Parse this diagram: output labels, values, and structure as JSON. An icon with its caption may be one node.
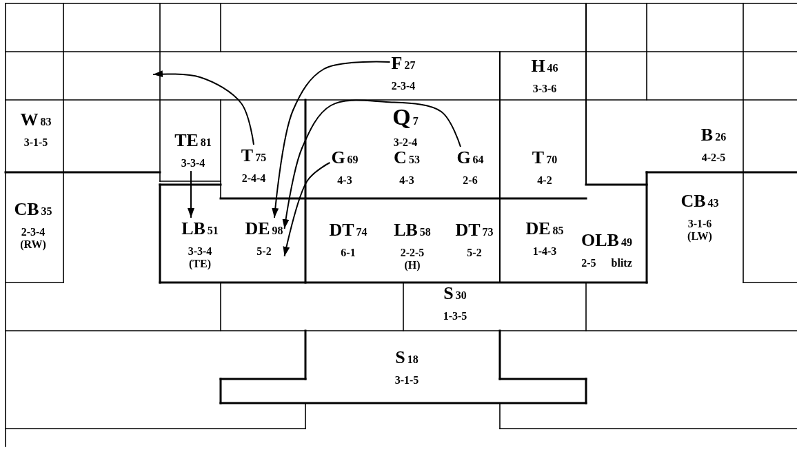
{
  "diagram": {
    "nodes": [
      {
        "text": [
          "F",
          "27",
          "2-3-4"
        ]
      },
      {
        "text": [
          "H",
          "46",
          "3-3-6"
        ]
      },
      {
        "text": [
          "W",
          "83",
          "3-1-5"
        ]
      },
      {
        "text": [
          "Q",
          "7",
          "3-2-4"
        ]
      },
      {
        "text": [
          "B",
          "26",
          "4-2-5"
        ]
      },
      {
        "text": [
          "TE",
          "81",
          "3-3-4"
        ]
      },
      {
        "text": [
          "T",
          "75",
          "2-4-4"
        ]
      },
      {
        "text": [
          "G",
          "69",
          "4-3"
        ]
      },
      {
        "text": [
          "C",
          "53",
          "4-3"
        ]
      },
      {
        "text": [
          "G",
          "64",
          "2-6"
        ]
      },
      {
        "text": [
          "T",
          "70",
          "4-2"
        ]
      },
      {
        "text": [
          "CB",
          "35",
          "2-3-4",
          "(RW)"
        ]
      },
      {
        "text": [
          "CB",
          "43",
          "3-1-6",
          "(LW)"
        ]
      },
      {
        "text": [
          "LB",
          "51",
          "3-3-4",
          "(TE)"
        ]
      },
      {
        "text": [
          "DE",
          "98",
          "5-2"
        ]
      },
      {
        "text": [
          "DT",
          "74",
          "6-1"
        ]
      },
      {
        "text": [
          "LB",
          "58",
          "2-2-5",
          "(H)"
        ]
      },
      {
        "text": [
          "DT",
          "73",
          "5-2"
        ]
      },
      {
        "text": [
          "DE",
          "85",
          "1-4-3"
        ]
      },
      {
        "text": [
          "OLB",
          "49",
          "2-5",
          "blitz"
        ]
      },
      {
        "text": [
          "S",
          "30",
          "1-3-5"
        ]
      },
      {
        "text": [
          "S",
          "18",
          "3-1-5"
        ]
      }
    ],
    "edges": [
      {
        "from": 5,
        "to": 13,
        "arrow": "to"
      },
      {
        "from": 6,
        "to": null,
        "arrow": "to"
      },
      {
        "from": 0,
        "to": 14,
        "arrow": "to"
      },
      {
        "from": 9,
        "to": 14,
        "arrow": "to"
      },
      {
        "from": 7,
        "to": 14,
        "arrow": "to"
      }
    ]
  }
}
